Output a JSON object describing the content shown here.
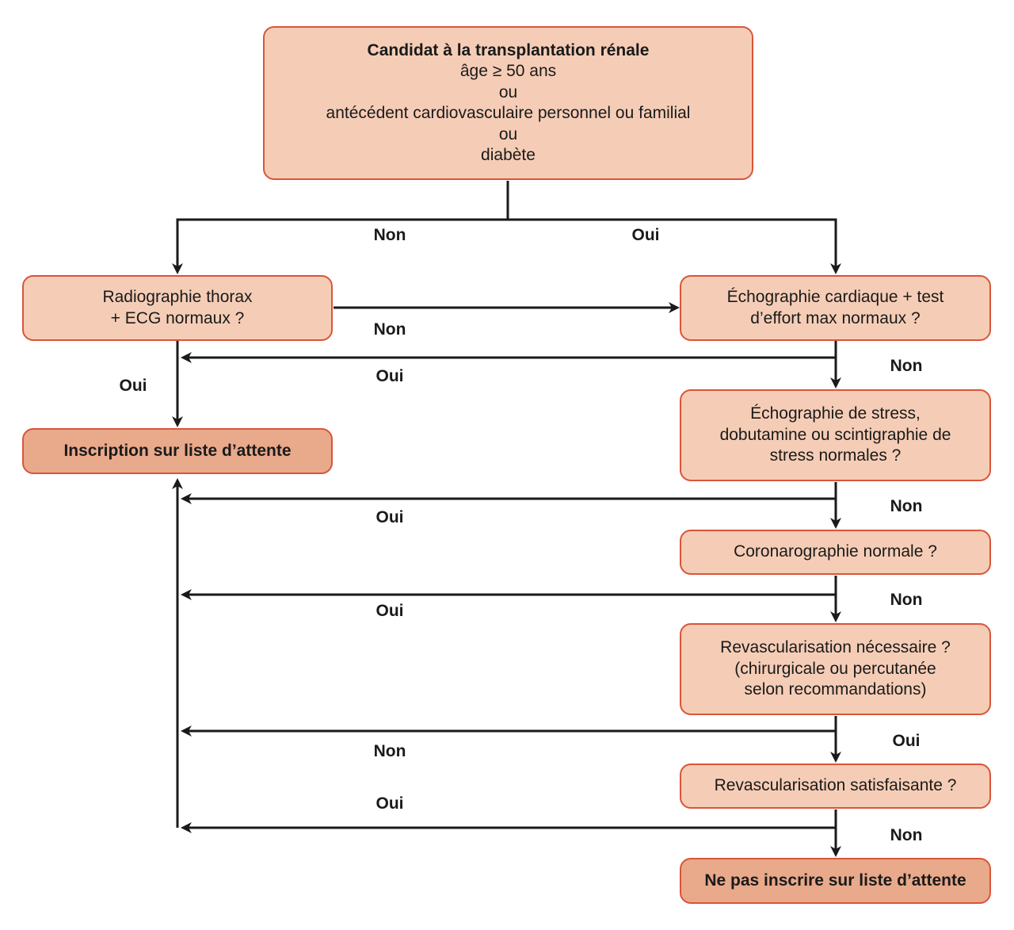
{
  "nodes": {
    "start": {
      "title": "Candidat à la transplantation rénale",
      "lines": [
        "âge ≥ 50 ans",
        "ou",
        "antécédent cardiovasculaire personnel ou familial",
        "ou",
        "diabète"
      ]
    },
    "radio": {
      "lines": [
        "Radiographie thorax",
        "+ ECG normaux ?"
      ]
    },
    "echo": {
      "lines": [
        "Échographie cardiaque + test",
        "d’effort max normaux ?"
      ]
    },
    "stress": {
      "lines": [
        "Échographie de stress,",
        "dobutamine ou scintigraphie de",
        "stress normales ?"
      ]
    },
    "coro": {
      "text": "Coronarographie normale ?"
    },
    "revasc": {
      "lines": [
        "Revascularisation nécessaire ?",
        "(chirurgicale ou percutanée",
        "selon recommandations)"
      ]
    },
    "revasc_ok": {
      "text": "Revascularisation satisfaisante ?"
    },
    "inscription": {
      "text": "Inscription sur liste d’attente"
    },
    "no_inscription": {
      "text": "Ne pas inscrire sur liste d’attente"
    }
  },
  "edge_labels": {
    "start_non": "Non",
    "start_oui": "Oui",
    "radio_non": "Non",
    "radio_oui": "Oui",
    "echo_oui": "Oui",
    "echo_non": "Non",
    "stress_oui": "Oui",
    "stress_non": "Non",
    "coro_oui": "Oui",
    "coro_non": "Non",
    "revasc_non": "Non",
    "revasc_oui": "Oui",
    "revasc_ok_oui": "Oui",
    "revasc_ok_non": "Non"
  },
  "colors": {
    "box_fill": "#f5cdb6",
    "box_fill_dark": "#e9a98b",
    "box_border": "#d9553a",
    "line": "#1a1a1a"
  }
}
